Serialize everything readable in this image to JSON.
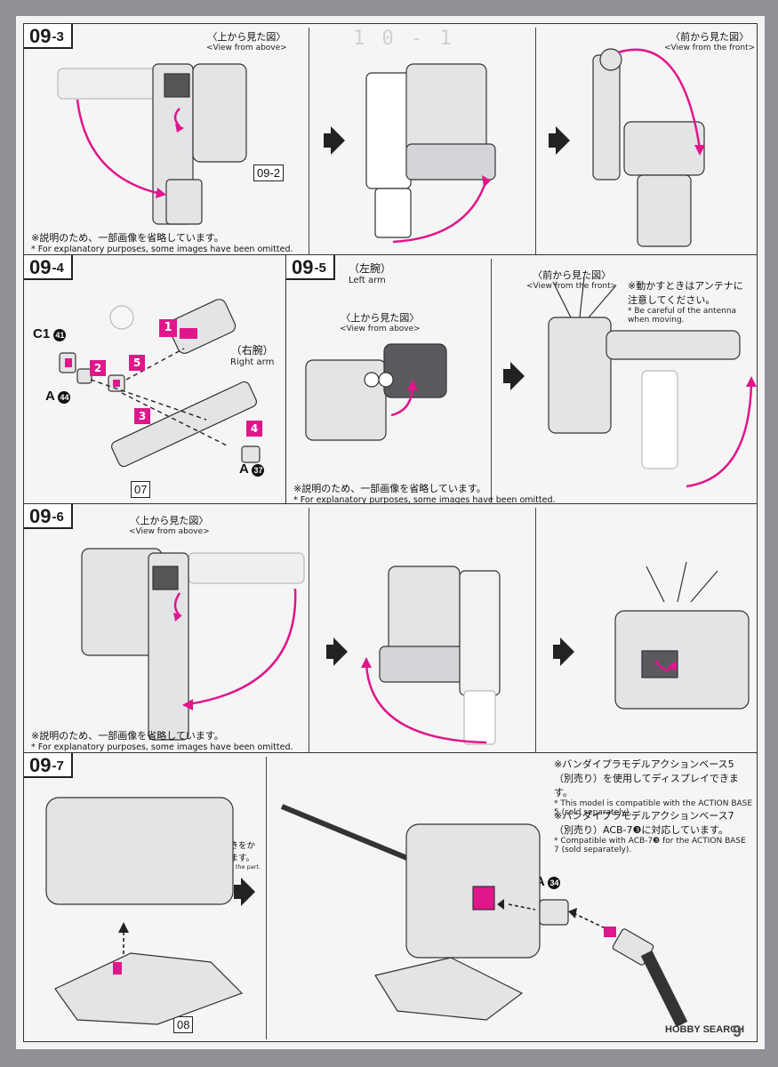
{
  "common": {
    "view_above_jp": "〈上から見た図〉",
    "view_above_en": "<View from above>",
    "view_front_jp": "〈前から見た図〉",
    "view_front_en": "<View from the front>",
    "omit_jp": "※説明のため、一部画像を省略しています。",
    "omit_en": "* For explanatory purposes, some images have been omitted."
  },
  "steps": {
    "s3": {
      "major": "09",
      "minor": "-3",
      "ref": "09-2"
    },
    "s4": {
      "major": "09",
      "minor": "-4",
      "arm_jp": "（右腕）",
      "arm_en": "Right arm",
      "c1": "C1",
      "c1_num": "41",
      "a44": "A",
      "a44_num": "44",
      "a37": "A",
      "a37_num": "37",
      "ref": "07",
      "seq": [
        "1",
        "2",
        "3",
        "4",
        "5"
      ]
    },
    "s5": {
      "major": "09",
      "minor": "-5",
      "arm_jp": "（左腕）",
      "arm_en": "Left arm",
      "caution_jp": "※動かすときはアンテナに注意してください。",
      "caution_en": "* Be careful of the antenna when moving."
    },
    "s6": {
      "major": "09",
      "minor": "-6"
    },
    "s7": {
      "major": "09",
      "minor": "-7",
      "ref": "08",
      "turn_jp": "向きをかえます。",
      "turn_en": "Turn the part.",
      "base5_jp": "※バンダイプラモデルアクションベース5（別売り）を使用してディスプレイできます。",
      "base5_en": "* This model is compatible with the ACTION BASE 5 (sold separately).",
      "base7_jp": "※バンダイプラモデルアクションベース7（別売り）ACB-7❸に対応しています。",
      "base7_en": "* Compatible with ACB-7❸ for the ACTION BASE 7 (sold separately).",
      "a34": "A",
      "a34_num": "34"
    }
  },
  "footer": {
    "brand": "HOBBY SEARCH",
    "page_no": "9"
  },
  "colors": {
    "accent": "#e0168b",
    "line": "#222222",
    "panel": "#f5f5f5"
  }
}
